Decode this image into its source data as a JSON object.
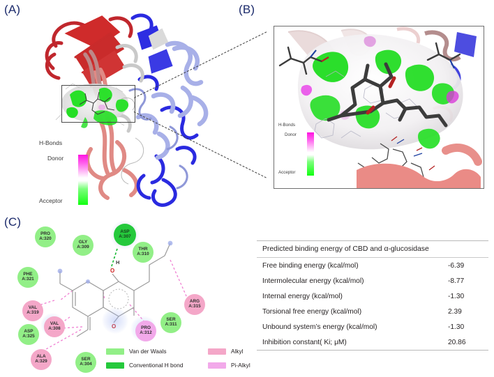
{
  "panels": {
    "a": {
      "label": "(A)"
    },
    "b": {
      "label": "(B)"
    },
    "c": {
      "label": "(C)"
    }
  },
  "hbond_legend": {
    "title": "H-Bonds",
    "donor": "Donor",
    "acceptor": "Acceptor",
    "donor_color": "#ff14e0",
    "acceptor_color": "#12ff12"
  },
  "interaction_legend": {
    "items": [
      {
        "label": "Van der Waals",
        "color": "#92ef87"
      },
      {
        "label": "Conventional H bond",
        "color": "#25c93c"
      },
      {
        "label": "Alkyl",
        "color": "#f4a7c8"
      },
      {
        "label": "Pi-Alkyl",
        "color": "#f2a9ea"
      }
    ]
  },
  "residues": [
    {
      "name": "PRO",
      "id": "A:320",
      "type": "vdw"
    },
    {
      "name": "GLY",
      "id": "A:309",
      "type": "vdw"
    },
    {
      "name": "ASP",
      "id": "A:307",
      "type": "hbond"
    },
    {
      "name": "THR",
      "id": "A:310",
      "type": "vdw"
    },
    {
      "name": "PHE",
      "id": "A:321",
      "type": "vdw"
    },
    {
      "name": "VAL",
      "id": "A:319",
      "type": "alkyl"
    },
    {
      "name": "ASP",
      "id": "A:325",
      "type": "vdw"
    },
    {
      "name": "VAL",
      "id": "A:308",
      "type": "alkyl"
    },
    {
      "name": "ALA",
      "id": "A:329",
      "type": "alkyl"
    },
    {
      "name": "SER",
      "id": "A:304",
      "type": "vdw"
    },
    {
      "name": "PRO",
      "id": "A:312",
      "type": "pialkyl"
    },
    {
      "name": "SER",
      "id": "A:311",
      "type": "vdw"
    },
    {
      "name": "ARG",
      "id": "A:315",
      "type": "alkyl"
    }
  ],
  "atom_labels": {
    "hydrogen": "H",
    "oxygen_top": "O",
    "oxygen_bottom": "O"
  },
  "table": {
    "header": "Predicted binding energy of CBD and α-glucosidase",
    "rows": [
      {
        "label": "Free binding energy (kcal/mol)",
        "value": "-6.39"
      },
      {
        "label": "Intermolecular energy (kcal/mol)",
        "value": "-8.77"
      },
      {
        "label": "Internal energy (kcal/mol)",
        "value": "-1.30"
      },
      {
        "label": "Torsional free energy (kcal/mol)",
        "value": "2.39"
      },
      {
        "label": "Unbound system’s energy (kcal/mol)",
        "value": "-1.30"
      },
      {
        "label": "Inhibition constant( Ki; μM)",
        "value": "20.86"
      }
    ]
  }
}
